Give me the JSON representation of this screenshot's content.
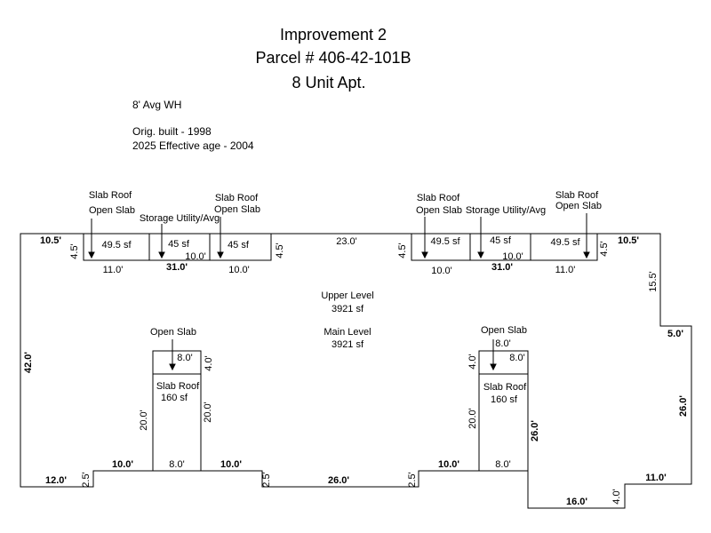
{
  "header": {
    "title": "Improvement 2",
    "parcel": "Parcel # 406-42-101B",
    "units": "8 Unit Apt."
  },
  "notes": {
    "wall_height": "8' Avg WH",
    "orig_built": "Orig. built - 1998",
    "effective_age": "2025 Effective age - 2004"
  },
  "areas": {
    "upper_level_label": "Upper Level",
    "upper_level_sf": "3921 sf",
    "main_level_label": "Main Level",
    "main_level_sf": "3921 sf",
    "slab_roof_left_label": "Slab Roof",
    "slab_roof_left_sf": "160 sf",
    "slab_roof_right_label": "Slab Roof",
    "slab_roof_right_sf": "160 sf",
    "slab_49_5": "49.5 sf",
    "slab_45": "45 sf"
  },
  "callouts": {
    "slab_roof": "Slab Roof",
    "open_slab": "Open Slab",
    "storage_utility": "Storage Utility/Avg"
  },
  "dims": {
    "d10_5": "10.5'",
    "d4_5": "4.5'",
    "d11_0": "11.0'",
    "d31_0": "31.0'",
    "d10_0": "10.0'",
    "d23_0": "23.0'",
    "d15_5": "15.5'",
    "d5_0": "5.0'",
    "d26_0": "26.0'",
    "d42_0": "42.0'",
    "d8_0": "8.0'",
    "d4_0": "4.0'",
    "d20_0": "20.0'",
    "d12_0": "12.0'",
    "d2_5": "2.5'",
    "d16_0": "16.0'"
  }
}
